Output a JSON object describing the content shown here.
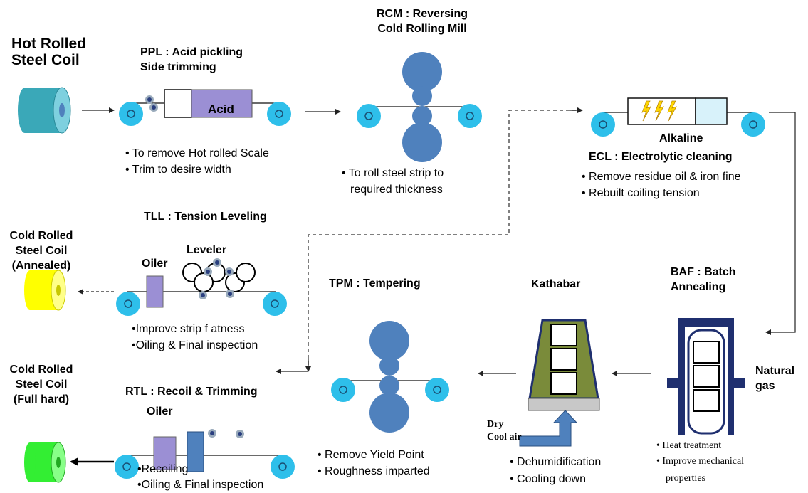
{
  "coils": {
    "hot": "Hot Rolled\nSteel Coil",
    "annealed": "Cold Rolled\nSteel Coil\n(Annealed)",
    "full_hard": "Cold Rolled\nSteel Coil\n(Full hard)"
  },
  "ppl": {
    "title": "PPL : Acid pickling\nSide trimming",
    "tank_label": "Acid",
    "notes": [
      "• To remove Hot rolled Scale",
      "• Trim to desire width"
    ]
  },
  "rcm": {
    "title": "RCM : Reversing\nCold Rolling Mill",
    "notes": [
      "• To roll steel strip to",
      "required thickness"
    ]
  },
  "ecl": {
    "tank_label": "Alkaline",
    "title": "ECL : Electrolytic cleaning",
    "notes": [
      "• Remove residue oil & iron fine",
      "• Rebuilt coiling tension"
    ]
  },
  "tll": {
    "title": "TLL : Tension Leveling",
    "oiler": "Oiler",
    "leveler": "Leveler",
    "notes": [
      "•Improve strip f atness",
      "•Oiling & Final inspection"
    ]
  },
  "tpm": {
    "title": "TPM : Tempering",
    "notes": [
      "• Remove Yield Point",
      "• Roughness imparted"
    ]
  },
  "kathabar": {
    "title": "Kathabar",
    "dry_air": "Dry\nCool air",
    "notes": [
      "• Dehumidification",
      "• Cooling down"
    ]
  },
  "baf": {
    "title": "BAF : Batch\nAnnealing",
    "gas": "Natural\ngas",
    "notes": [
      "• Heat treatment",
      "• Improve mechanical",
      "properties"
    ]
  },
  "rtl": {
    "title": "RTL : Recoil & Trimming",
    "oiler": "Oiler",
    "notes": [
      "•Recoiling",
      "•Oiling & Final inspection"
    ]
  },
  "colors": {
    "roller": "#2EBFEA",
    "roll": "#4F81BD",
    "acid": "#9B8FD4",
    "hot_coil": "#3AA8B8",
    "annealed_coil": "#FFFF00",
    "full_hard_coil": "#33EE33",
    "tank_cell": "#D8F2FA",
    "kathabar_body": "#7A8B3A",
    "furnace": "#1F2F6F",
    "bolt": "#FFD700"
  }
}
